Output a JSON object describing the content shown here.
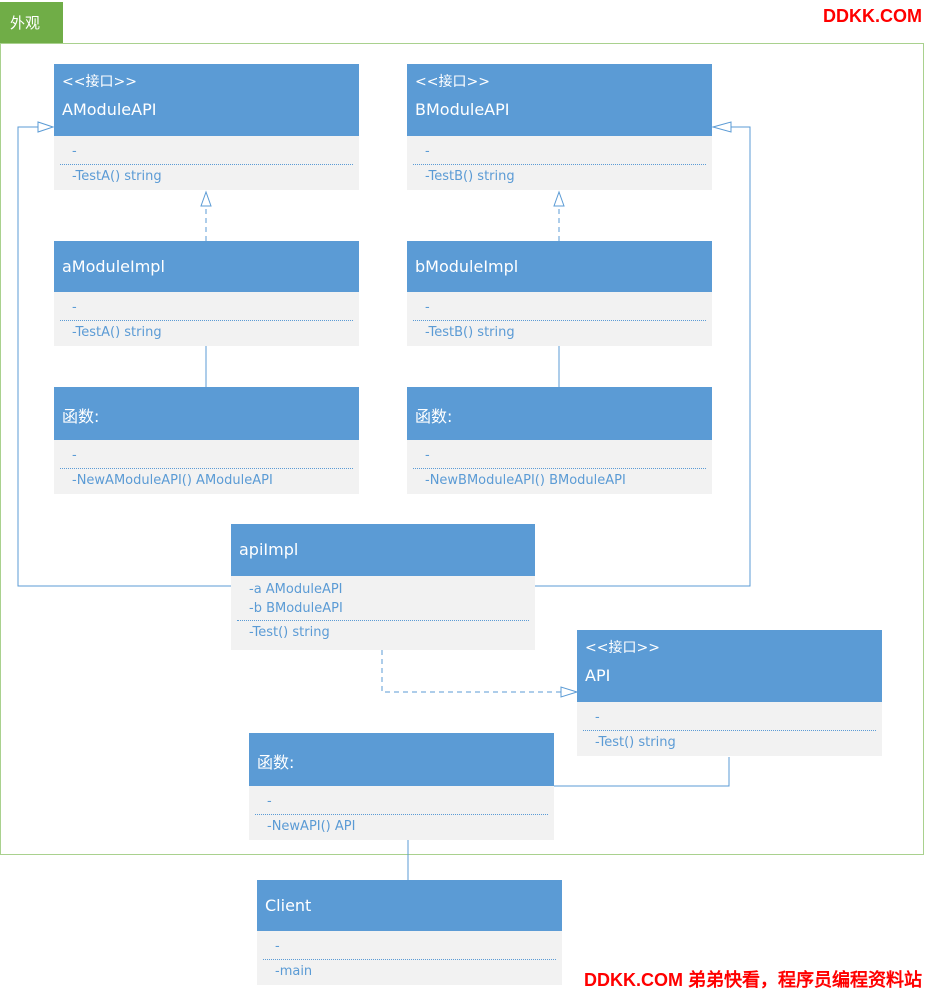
{
  "package": {
    "label": "外观"
  },
  "watermark": {
    "top": "DDKK.COM",
    "bottom": "DDKK.COM 弟弟快看，程序员编程资料站"
  },
  "classes": {
    "amoduleapi": {
      "stereotype": "<<接口>>",
      "name": "AModuleAPI",
      "attrs": [
        "-"
      ],
      "ops": [
        "-TestA() string"
      ]
    },
    "bmoduleapi": {
      "stereotype": "<<接口>>",
      "name": "BModuleAPI",
      "attrs": [
        "-"
      ],
      "ops": [
        "-TestB() string"
      ]
    },
    "amoduleimpl": {
      "name": "aModuleImpl",
      "attrs": [
        "-"
      ],
      "ops": [
        "-TestA() string"
      ]
    },
    "bmoduleimpl": {
      "name": "bModuleImpl",
      "attrs": [
        "-"
      ],
      "ops": [
        "-TestB() string"
      ]
    },
    "func_a": {
      "name": "函数:",
      "attrs": [
        "-"
      ],
      "ops": [
        "-NewAModuleAPI() AModuleAPI"
      ]
    },
    "func_b": {
      "name": "函数:",
      "attrs": [
        "-"
      ],
      "ops": [
        "-NewBModuleAPI() BModuleAPI"
      ]
    },
    "apiimpl": {
      "name": "apiImpl",
      "attrs": [
        "-a AModuleAPI",
        "-b BModuleAPI"
      ],
      "ops": [
        "-Test() string"
      ]
    },
    "api": {
      "stereotype": "<<接口>>",
      "name": "API",
      "attrs": [
        "-"
      ],
      "ops": [
        "-Test() string"
      ]
    },
    "func_api": {
      "name": "函数:",
      "attrs": [
        "-"
      ],
      "ops": [
        "-NewAPI() API"
      ]
    },
    "client": {
      "name": "Client",
      "attrs": [
        "-"
      ],
      "ops": [
        "-main"
      ]
    }
  },
  "colors": {
    "header": "#5b9bd5",
    "body": "#f2f2f2",
    "package_tab": "#70ad47",
    "package_border": "#a9d18e",
    "watermark": "#ff0000"
  }
}
